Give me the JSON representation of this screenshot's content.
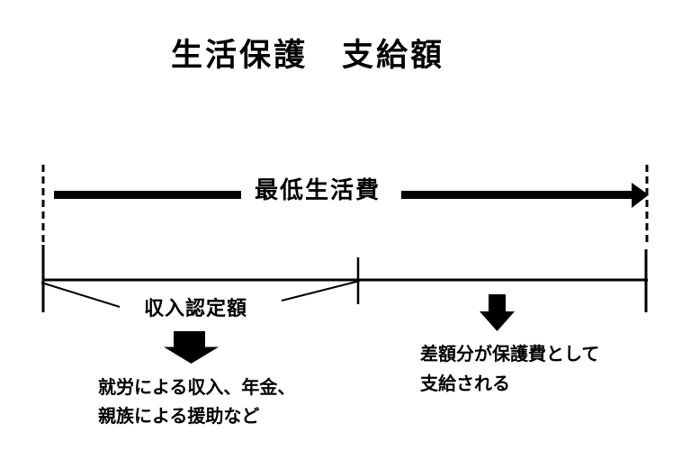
{
  "page": {
    "title": "生活保護　支給額"
  },
  "diagram": {
    "top_arrow": {
      "label": "最低生活費"
    },
    "left_segment": {
      "label": "収入認定額",
      "note_line1": "就労による収入、年金、",
      "note_line2": "親族による援助など"
    },
    "right_segment": {
      "note_line1": "差額分が保護費として",
      "note_line2": "支給される"
    },
    "colors": {
      "ink": "#000000",
      "background": "#ffffff"
    }
  }
}
